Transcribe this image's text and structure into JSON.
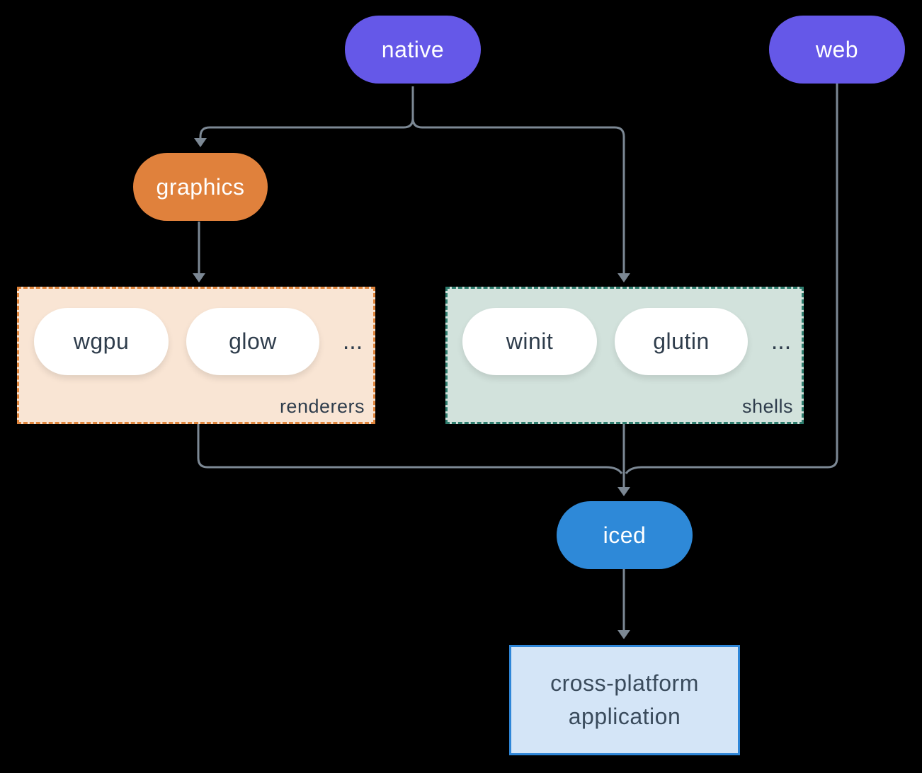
{
  "diagram": {
    "background_color": "#000000",
    "edge_color": "#7c8894",
    "nodes": {
      "native": {
        "label": "native",
        "fill": "#6558e8",
        "text_color": "#ffffff",
        "shape": "pill"
      },
      "web": {
        "label": "web",
        "fill": "#6558e8",
        "text_color": "#ffffff",
        "shape": "pill"
      },
      "graphics": {
        "label": "graphics",
        "fill": "#e0813c",
        "text_color": "#ffffff",
        "shape": "pill"
      },
      "iced": {
        "label": "iced",
        "fill": "#2e89d8",
        "text_color": "#ffffff",
        "shape": "pill"
      },
      "application": {
        "label_lines": [
          "cross-platform",
          "application"
        ],
        "fill": "#d4e5f7",
        "border_color": "#2e86d8",
        "text_color": "#3a4b5c",
        "shape": "rect"
      }
    },
    "groups": {
      "renderers": {
        "label": "renderers",
        "fill": "#f9e5d4",
        "border_color": "#e0853c",
        "border_style": "dashed",
        "items": [
          "wgpu",
          "glow"
        ],
        "ellipsis": "...",
        "item_text_color": "#2f3d4c"
      },
      "shells": {
        "label": "shells",
        "fill": "#d2e2dc",
        "border_color": "#2e7d6e",
        "border_style": "dashed",
        "items": [
          "winit",
          "glutin"
        ],
        "ellipsis": "...",
        "item_text_color": "#2f3d4c"
      }
    },
    "edges": [
      {
        "from": "native",
        "to": "graphics"
      },
      {
        "from": "native",
        "to": "shells"
      },
      {
        "from": "graphics",
        "to": "renderers"
      },
      {
        "from": "renderers",
        "to": "iced"
      },
      {
        "from": "shells",
        "to": "iced"
      },
      {
        "from": "web",
        "to": "iced"
      },
      {
        "from": "iced",
        "to": "application"
      }
    ]
  }
}
